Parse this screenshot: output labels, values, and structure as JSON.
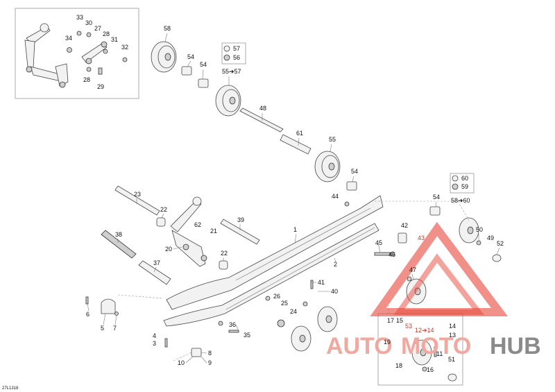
{
  "diagram": {
    "code": "27L1318",
    "labels": {
      "p1": "1",
      "p2": "2",
      "p3": "3",
      "p4": "4",
      "p5": "5",
      "p6": "6",
      "p7": "7",
      "p8": "8",
      "p9": "9",
      "p10": "10",
      "p11": "11",
      "p12_14": "12➔14",
      "p13": "13",
      "p14": "14",
      "p15": "15",
      "p16": "16",
      "p17": "17",
      "p18": "18",
      "p19": "19",
      "p20": "20",
      "p21": "21",
      "p22a": "22",
      "p22b": "22",
      "p23": "23",
      "p24": "24",
      "p25": "25",
      "p26": "26",
      "p27": "27",
      "p28a": "28",
      "p28b": "28",
      "p29": "29",
      "p30": "30",
      "p31": "31",
      "p32": "32",
      "p33": "33",
      "p34": "34",
      "p35": "35",
      "p36": "36",
      "p37": "37",
      "p38": "38",
      "p39": "39",
      "p40": "40",
      "p41": "41",
      "p42": "42",
      "p43": "43",
      "p44": "44",
      "p45": "45",
      "p46": "46",
      "p47": "47",
      "p48": "48",
      "p49": "49",
      "p50": "50",
      "p51": "51",
      "p52": "52",
      "p53": "53",
      "p54a": "54",
      "p54b": "54",
      "p54c": "54",
      "p54d": "54",
      "p55": "55",
      "p55_57": "55➔57",
      "p56": "56",
      "p57": "57",
      "p58": "58",
      "p58_60": "58➔60",
      "p59": "59",
      "p60": "60",
      "p61": "61",
      "p62": "62"
    },
    "watermark": {
      "part1": "AUTO",
      "part2": "MOTO",
      "part3": "HUB"
    },
    "colors": {
      "watermark_red": "#e8463a",
      "watermark_gray": "#7a7a7a"
    }
  }
}
